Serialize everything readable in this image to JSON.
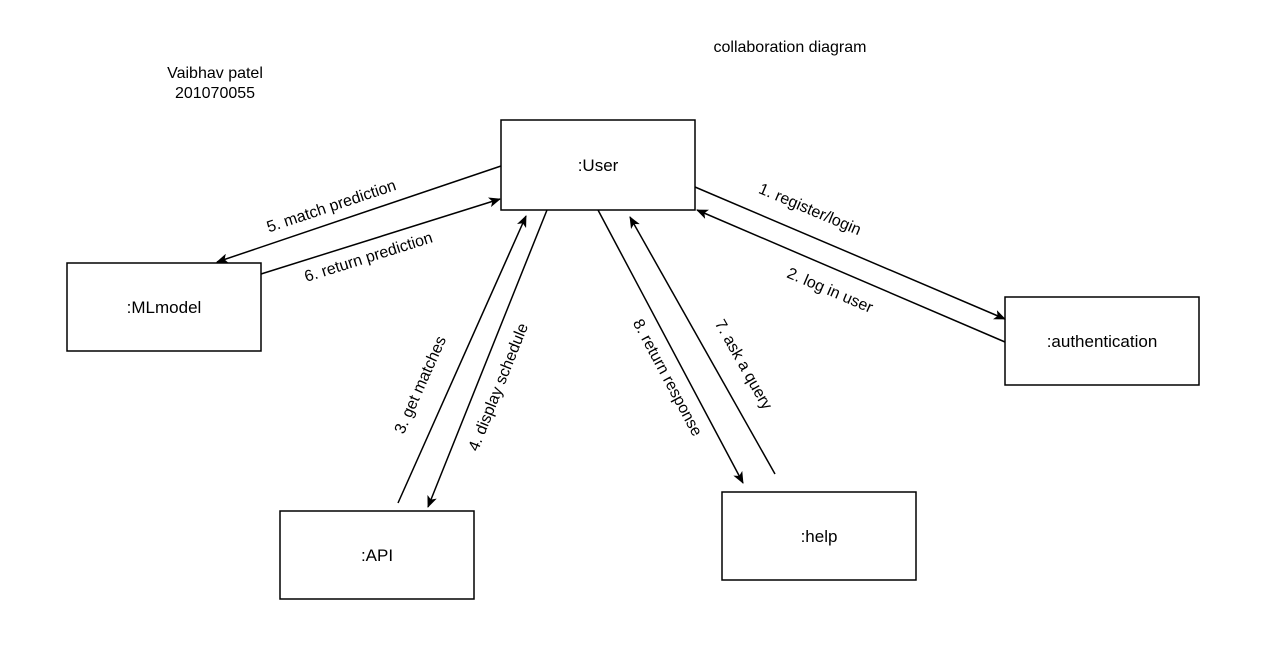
{
  "header": {
    "author_name": "Vaibhav patel",
    "author_id": "201070055",
    "diagram_title": "collaboration diagram"
  },
  "nodes": {
    "user": ":User",
    "mlmodel": ":MLmodel",
    "api": ":API",
    "help": ":help",
    "authentication": ":authentication"
  },
  "messages": {
    "m1": "1. register/login",
    "m2": "2. log in user",
    "m3": "3. get matches",
    "m4": "4. display schedule",
    "m5": "5. match prediction",
    "m6": "6. return prediction",
    "m7": "7. ask a query",
    "m8": "8. return response"
  },
  "colors": {
    "stroke": "#000000",
    "background": "#ffffff"
  }
}
